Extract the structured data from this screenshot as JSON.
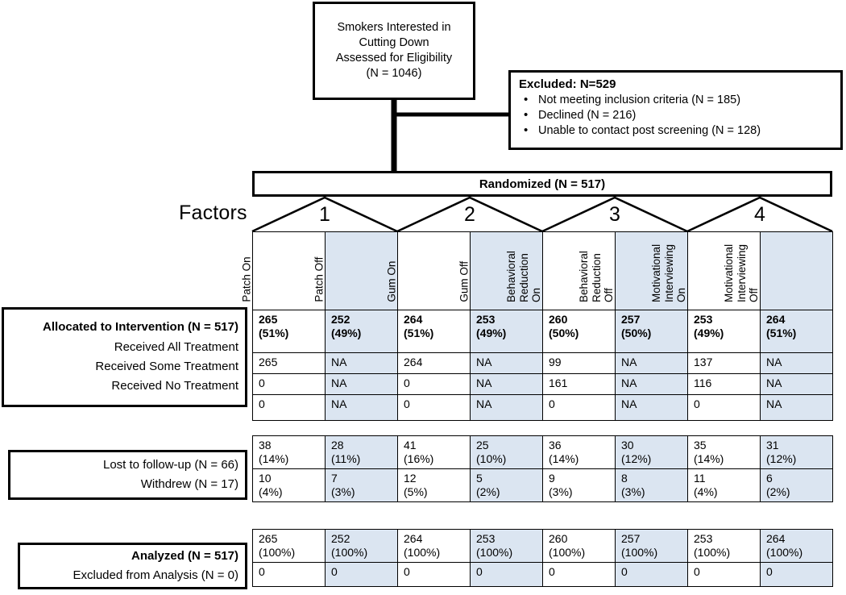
{
  "assessed": {
    "lines": [
      "Smokers Interested in",
      "Cutting Down",
      "Assessed for Eligibility",
      "(N = 1046)"
    ]
  },
  "excluded": {
    "title": "Excluded: N=529",
    "items": [
      "Not meeting inclusion criteria (N = 185)",
      "Declined (N = 216)",
      "Unable to contact post screening (N = 128)"
    ]
  },
  "randomized": {
    "label": "Randomized (N = 517)"
  },
  "factors": {
    "label": "Factors",
    "numbers": [
      "1",
      "2",
      "3",
      "4"
    ]
  },
  "columns": [
    {
      "label": "Patch On",
      "shaded": false
    },
    {
      "label": "Patch Off",
      "shaded": true
    },
    {
      "label": "Gum On",
      "shaded": false
    },
    {
      "label": "Gum Off",
      "shaded": true
    },
    {
      "label": "Behavioral\nReduction\nOn",
      "shaded": false
    },
    {
      "label": "Behavioral\nReduction\nOff",
      "shaded": true
    },
    {
      "label": "Motivational\nInterviewing\nOn",
      "shaded": false
    },
    {
      "label": "Motivational\nInterviewing\nOff",
      "shaded": true
    }
  ],
  "allocation": {
    "labels": [
      {
        "text": "Allocated to Intervention  (N = 517)",
        "bold": true
      },
      {
        "text": "Received All Treatment",
        "bold": false
      },
      {
        "text": "Received Some Treatment",
        "bold": false
      },
      {
        "text": "Received No Treatment",
        "bold": false
      }
    ],
    "rows": [
      {
        "bold": true,
        "cells": [
          [
            "265",
            "(51%)"
          ],
          [
            "252",
            "(49%)"
          ],
          [
            "264",
            "(51%)"
          ],
          [
            "253",
            "(49%)"
          ],
          [
            "260",
            "(50%)"
          ],
          [
            "257",
            "(50%)"
          ],
          [
            "253",
            "(49%)"
          ],
          [
            "264",
            "(51%)"
          ]
        ]
      },
      {
        "bold": false,
        "cells": [
          [
            "265"
          ],
          [
            "NA"
          ],
          [
            "264"
          ],
          [
            "NA"
          ],
          [
            "99"
          ],
          [
            "NA"
          ],
          [
            "137"
          ],
          [
            "NA"
          ]
        ]
      },
      {
        "bold": false,
        "cells": [
          [
            "0"
          ],
          [
            "NA"
          ],
          [
            "0"
          ],
          [
            "NA"
          ],
          [
            "161"
          ],
          [
            "NA"
          ],
          [
            "116"
          ],
          [
            "NA"
          ]
        ]
      },
      {
        "bold": false,
        "cells": [
          [
            "0"
          ],
          [
            "NA"
          ],
          [
            "0"
          ],
          [
            "NA"
          ],
          [
            "0"
          ],
          [
            "NA"
          ],
          [
            "0"
          ],
          [
            "NA"
          ]
        ]
      }
    ]
  },
  "followup": {
    "labels": [
      {
        "text": "Lost to follow-up  (N = 66)",
        "bold": false
      },
      {
        "text": "Withdrew (N = 17)",
        "bold": false
      }
    ],
    "rows": [
      {
        "bold": false,
        "cells": [
          [
            "38",
            "(14%)"
          ],
          [
            "28",
            "(11%)"
          ],
          [
            "41",
            "(16%)"
          ],
          [
            "25",
            "(10%)"
          ],
          [
            "36",
            "(14%)"
          ],
          [
            "30",
            "(12%)"
          ],
          [
            "35",
            "(14%)"
          ],
          [
            "31",
            "(12%)"
          ]
        ]
      },
      {
        "bold": false,
        "cells": [
          [
            "10",
            "(4%)"
          ],
          [
            "7",
            "(3%)"
          ],
          [
            "12",
            "(5%)"
          ],
          [
            "5",
            "(2%)"
          ],
          [
            "9",
            "(3%)"
          ],
          [
            "8",
            "(3%)"
          ],
          [
            "11",
            "(4%)"
          ],
          [
            "6",
            "(2%)"
          ]
        ]
      }
    ]
  },
  "analyzed": {
    "labels": [
      {
        "text": "Analyzed (N = 517)",
        "bold": true
      },
      {
        "text": "Excluded from Analysis (N = 0)",
        "bold": false
      }
    ],
    "rows": [
      {
        "bold": false,
        "cells": [
          [
            "265",
            "(100%)"
          ],
          [
            "252",
            "(100%)"
          ],
          [
            "264",
            "(100%)"
          ],
          [
            "253",
            "(100%)"
          ],
          [
            "260",
            "(100%)"
          ],
          [
            "257",
            "(100%)"
          ],
          [
            "253",
            "(100%)"
          ],
          [
            "264",
            "(100%)"
          ]
        ]
      },
      {
        "bold": false,
        "cells": [
          [
            "0"
          ],
          [
            "0"
          ],
          [
            "0"
          ],
          [
            "0"
          ],
          [
            "0"
          ],
          [
            "0"
          ],
          [
            "0"
          ],
          [
            "0"
          ]
        ]
      }
    ]
  },
  "colors": {
    "shaded_cell": "#dbe5f1",
    "line": "#000000",
    "background": "#ffffff"
  }
}
